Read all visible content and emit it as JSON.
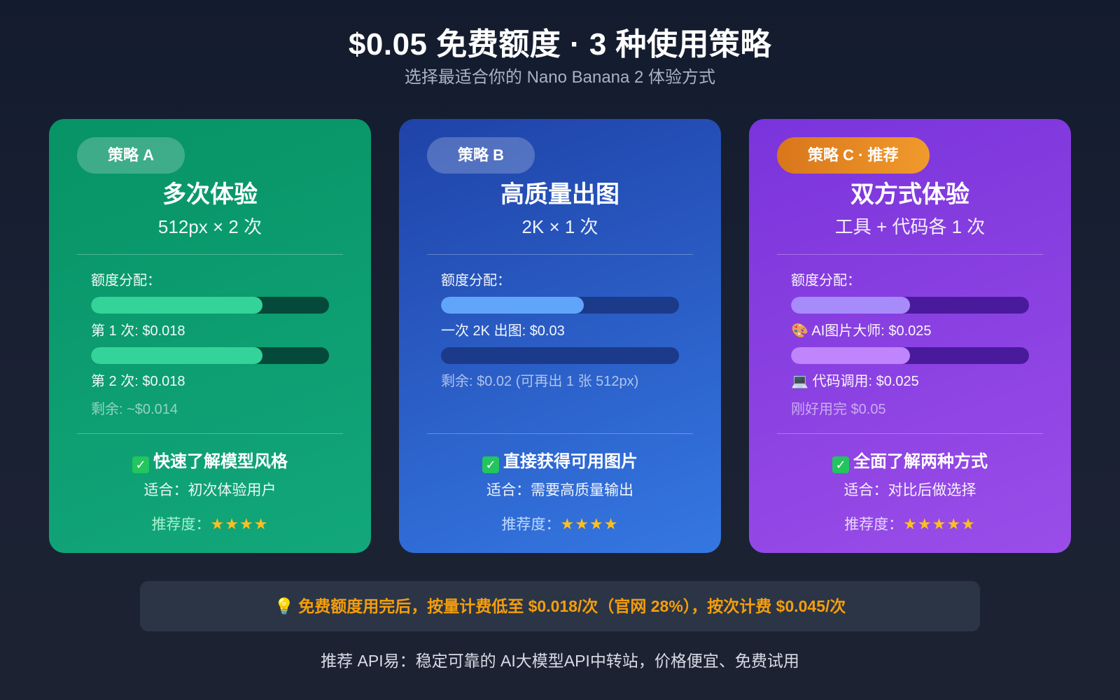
{
  "header": {
    "title": "$0.05 免费额度 · 3 种使用策略",
    "subtitle": "选择最适合你的 Nano Banana 2 体验方式"
  },
  "cards": [
    {
      "badge": "策略 A",
      "title": "多次体验",
      "subtitle": "512px × 2 次",
      "alloc_label": "额度分配：",
      "bar1_fill": 0.72,
      "line1": "第 1 次: $0.018",
      "bar2_fill": 0.72,
      "line2": "第 2 次: $0.018",
      "line3": "剩余: ~$0.014",
      "benefit": "快速了解模型风格",
      "fit": "适合：初次体验用户",
      "rating_label": "推荐度：",
      "stars": "★★★★",
      "rating": 4
    },
    {
      "badge": "策略 B",
      "title": "高质量出图",
      "subtitle": "2K × 1 次",
      "alloc_label": "额度分配：",
      "bar1_fill": 0.6,
      "line1": "一次 2K 出图: $0.03",
      "bar2_fill": 0,
      "line2": "剩余: $0.02 (可再出 1 张 512px)",
      "line3": "",
      "benefit": "直接获得可用图片",
      "fit": "适合：需要高质量输出",
      "rating_label": "推荐度：",
      "stars": "★★★★",
      "rating": 4
    },
    {
      "badge": "策略 C · 推荐",
      "title": "双方式体验",
      "subtitle": "工具 + 代码各 1 次",
      "alloc_label": "额度分配：",
      "bar1_fill": 0.5,
      "line1": "🎨 AI图片大师: $0.025",
      "bar2_fill": 0.5,
      "line2": "💻 代码调用: $0.025",
      "line3": "刚好用完 $0.05",
      "benefit": "全面了解两种方式",
      "fit": "适合：对比后做选择",
      "rating_label": "推荐度：",
      "stars": "★★★★★",
      "rating": 5
    }
  ],
  "tip": {
    "icon": "💡",
    "text": "免费额度用完后，按量计费低至 $0.018/次（官网 28%），按次计费 $0.045/次"
  },
  "footer": "推荐 API易：稳定可靠的 AI大模型API中转站，价格便宜、免费试用",
  "colors": {
    "card_a": "#0a9a6c",
    "card_b": "#2a5bc8",
    "card_c": "#8b40e2",
    "accent_orange": "#f59e0b"
  },
  "icons": {
    "check": "check-mark-icon",
    "tip": "lightbulb-icon",
    "stars": "star-icon"
  }
}
